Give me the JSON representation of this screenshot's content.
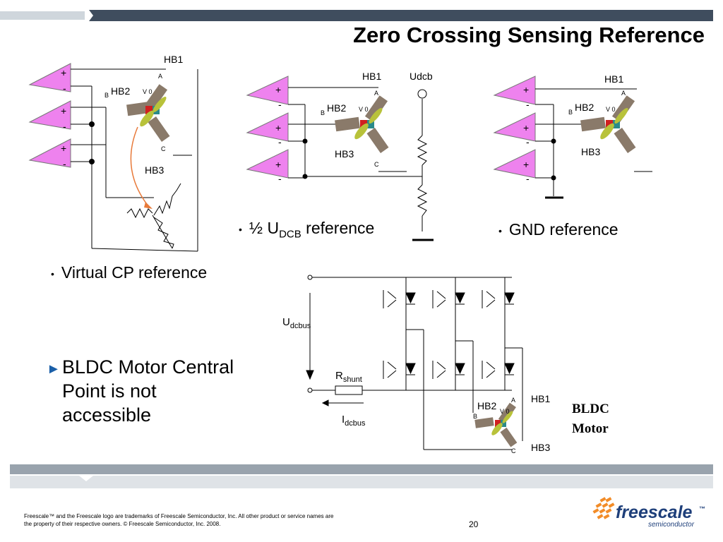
{
  "title": "Zero Crossing Sensing Reference",
  "labels": {
    "hb1": "HB1",
    "hb2": "HB2",
    "hb3": "HB3",
    "udcb": "Udcb",
    "a": "A",
    "b": "B",
    "c": "C",
    "v0": "V 0",
    "plus": "+",
    "minus": "-",
    "u_main": "U",
    "u_sub": "dcbus",
    "r_main": "R",
    "r_sub": "shunt",
    "i_main": "I",
    "i_sub": "dcbus"
  },
  "bullets": {
    "virtual": "Virtual CP reference",
    "half_prefix": "½ U",
    "half_sub": "DCB",
    "half_suffix": " reference",
    "gnd": "GND reference"
  },
  "note": {
    "marker": "►",
    "text": "BLDC Motor Central Point is not accessible"
  },
  "motor_label": [
    "BLDC",
    "Motor"
  ],
  "footer": {
    "legal_1": "Freescale™ and the Freescale logo are trademarks of Freescale Semiconductor, Inc. All other product or service names are",
    "legal_2": "the property of their respective owners. © Freescale Semiconductor, Inc. 2008.",
    "page": "20",
    "logo_word": "freescale",
    "logo_tm": "™",
    "logo_sub": "semiconductor"
  },
  "colors": {
    "header_bar": "#3f4d5e",
    "header_light": "#cfd6dc",
    "footer_bar": "#99a3ad",
    "footer_light": "#dfe3e7",
    "opamp": "#ee82ee",
    "winding": "#8a7a6a",
    "accent_arrow": "#e87a3a",
    "logo_orange": "#f28c28",
    "logo_blue": "#1e3f7a"
  }
}
